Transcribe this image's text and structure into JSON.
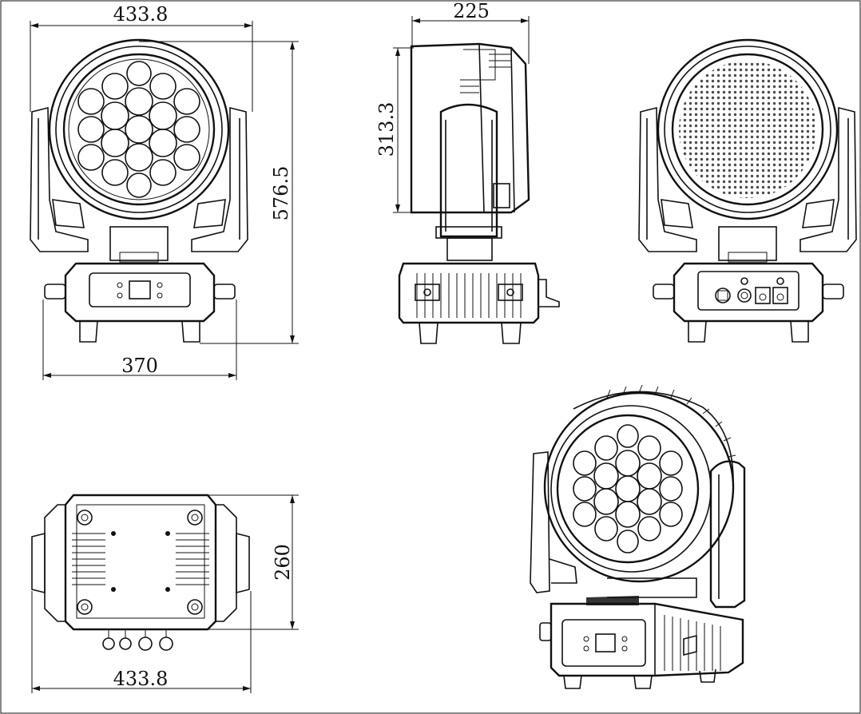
{
  "dimensions": {
    "front_width_top": "433.8",
    "front_height": "576.5",
    "front_base_width": "370",
    "side_depth": "225",
    "side_head_height": "313.3",
    "bottom_depth": "260",
    "bottom_width": "433.8"
  },
  "views": [
    "front-view",
    "side-view",
    "rear-view",
    "bottom-view",
    "isometric-view"
  ]
}
